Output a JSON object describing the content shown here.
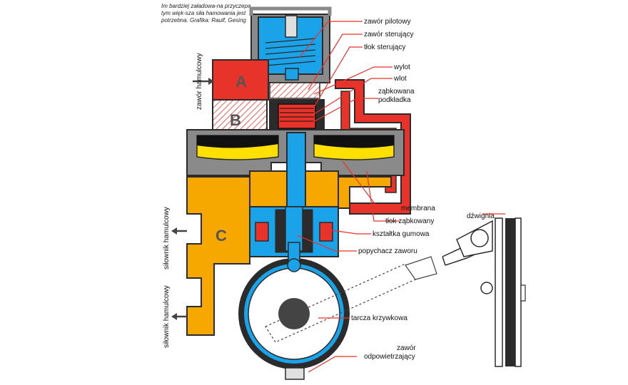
{
  "caption": "Im bardziej załadowa-na przyczepa, tym więk-sza siła hamowania jest potrzebna. Grafika: Raulf, Gesing",
  "chambers": {
    "a": "A",
    "b": "B",
    "c": "C"
  },
  "labels": {
    "zawor_pilotowy": "zawór pilotowy",
    "zawor_sterujacy": "zawór sterujący",
    "tlok_sterujacy": "tłok sterujący",
    "wylot": "wylot",
    "wlot": "wlot",
    "zabkowana_1": "ząbkowana",
    "zabkowana_2": "podkładka",
    "membrana": "membrana",
    "tlok_zabkowany": "tłok ząbkowany",
    "ksztaltka_gumowa": "kształtka gumowa",
    "popychacz_zaworu": "popychacz zaworu",
    "tarcza_krzywkowa": "tarcza krzywkowa",
    "zawor_odp_1": "zawór",
    "zawor_odp_2": "odpowietrzający",
    "dzwignia": "dźwignia",
    "zawor_hamulcowy": "zawór hamulcowy",
    "silownik_1": "siłownik hamulcowy",
    "silownik_2": "siłownik hamulcowy"
  },
  "colors": {
    "red": "#e8332a",
    "yellow": "#f6a800",
    "yellow_light": "#ffe000",
    "blue": "#1aa3e8",
    "grey": "#8a8a8a",
    "dark": "#2b2b2b",
    "black": "#111111"
  }
}
